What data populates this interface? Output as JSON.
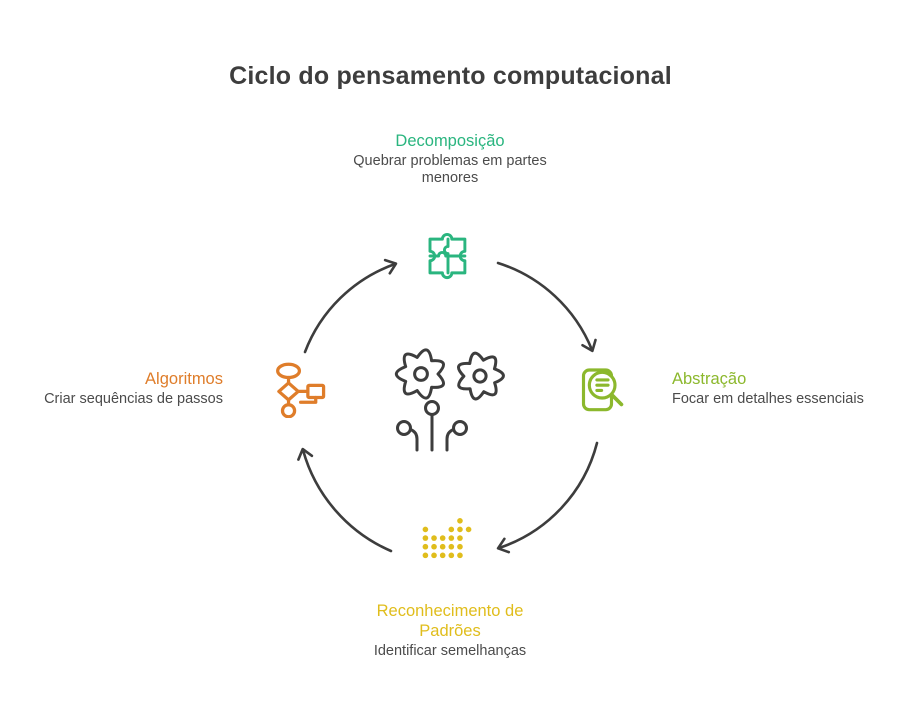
{
  "title": "Ciclo do pensamento computacional",
  "nodes": {
    "decomposicao": {
      "label": "Decomposição",
      "description": "Quebrar problemas em partes menores",
      "color": "#2ab57f",
      "icon": "puzzle-icon",
      "position": "top"
    },
    "abstracao": {
      "label": "Abstração",
      "description": "Focar em detalhes essenciais",
      "color": "#8cb82d",
      "icon": "magnifier-document-icon",
      "position": "right"
    },
    "reconhecimento_padroes": {
      "label": "Reconhecimento de Padrões",
      "description": "Identificar semelhanças",
      "color": "#e0bd1c",
      "icon": "dot-pattern-icon",
      "position": "bottom"
    },
    "algoritmos": {
      "label": "Algoritmos",
      "description": "Criar sequências de passos",
      "color": "#df7d2a",
      "icon": "flowchart-icon",
      "position": "left"
    }
  },
  "center_icon": "gears-circuit-icon",
  "cycle_direction": "clockwise",
  "colors": {
    "background": "#ffffff",
    "title_text": "#3d3d3d",
    "body_text": "#4b4b4b",
    "arrow": "#3d3d3d",
    "teal": "#2ab57f",
    "yellow_green": "#8cb82d",
    "yellow": "#e0bd1c",
    "orange": "#df7d2a"
  }
}
